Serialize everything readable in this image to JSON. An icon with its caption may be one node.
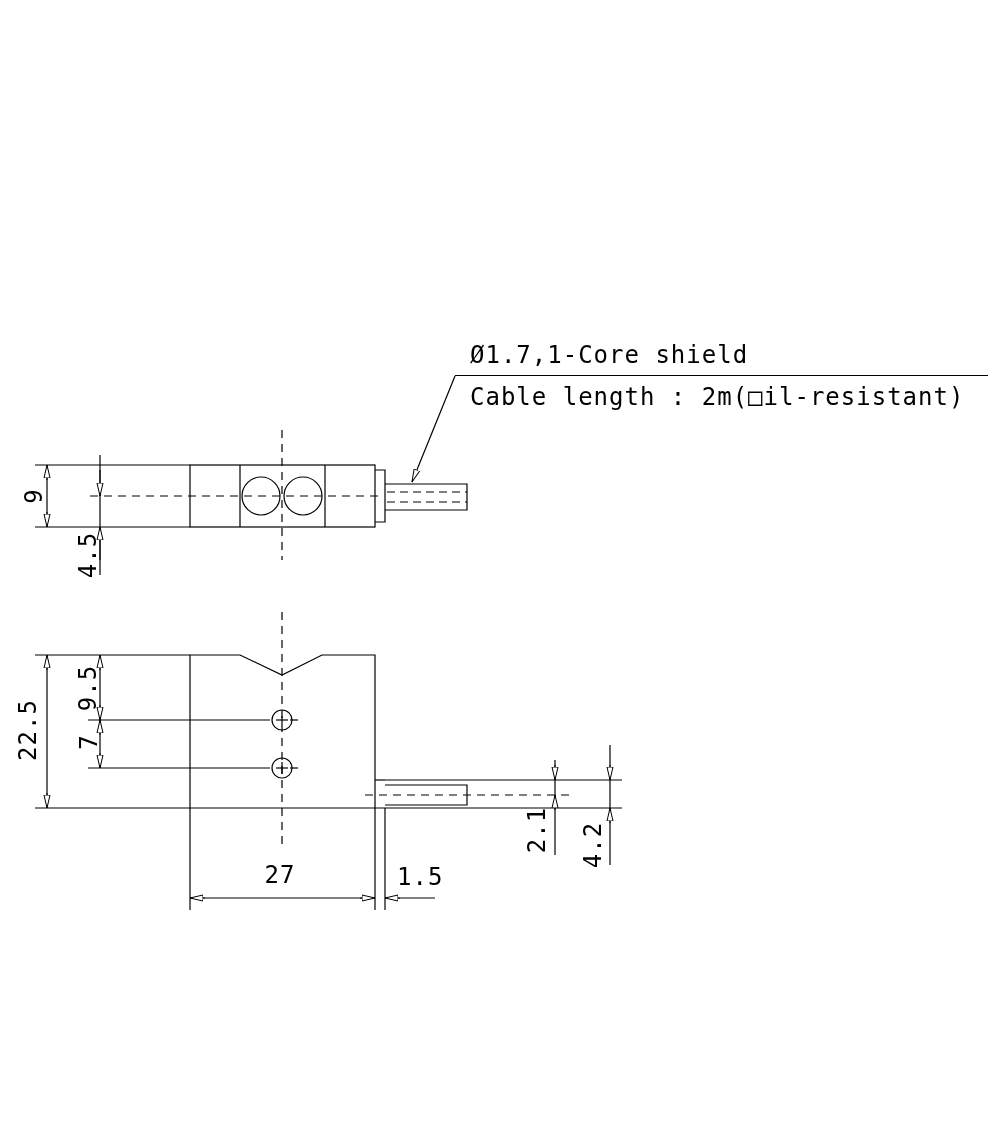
{
  "diagram": {
    "nodes": [
      {
        "text": [
          "Ø1.7,1-Core shield",
          "Cable length : 2m(□il-resistant)"
        ]
      },
      {
        "text": [],
        "shape": "picture"
      }
    ],
    "edges": [
      {
        "from": 0,
        "to": 1,
        "arrow": "to"
      }
    ],
    "labels": [
      "9",
      "4.5",
      "22.5",
      "9.5",
      "7",
      "27",
      "1.5",
      "2.1",
      "4.2"
    ]
  }
}
